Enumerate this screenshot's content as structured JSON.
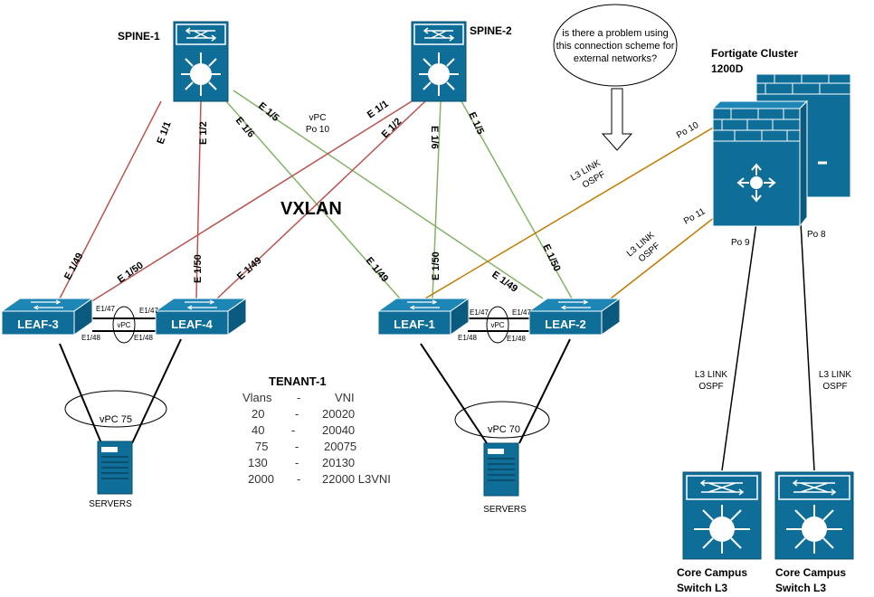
{
  "colors": {
    "device": "#0f6e98",
    "device_dark": "#0a4f6e",
    "red_link": "#b85450",
    "green_link": "#82b366",
    "orange_link": "#c07a00",
    "black_link": "#000000"
  },
  "devices": {
    "spine1": "SPINE-1",
    "spine2": "SPINE-2",
    "leaf3": "LEAF-3",
    "leaf4": "LEAF-4",
    "leaf1": "LEAF-1",
    "leaf2": "LEAF-2",
    "fortigate_line1": "Fortigate Cluster",
    "fortigate_line2": "1200D",
    "core1_line1": "Core Campus",
    "core1_line2": "Switch L3",
    "core2_line1": "Core Campus",
    "core2_line2": "Switch L3",
    "servers_left": "SERVERS",
    "servers_right": "SERVERS"
  },
  "callout": {
    "line1": "is there a problem using",
    "line2": "this connection scheme for",
    "line3": "external networks?"
  },
  "vxlan": "VXLAN",
  "links": {
    "s1_e11": "E 1/1",
    "s1_e12": "E 1/2",
    "s1_e16": "E 1/6",
    "s1_e15": "E 1/5",
    "s2_e11": "E 1/1",
    "s2_e12": "E 1/2",
    "s2_e16": "E 1/6",
    "s2_e15": "E 1/5",
    "vpc_po10_line1": "vPC",
    "vpc_po10_line2": "Po 10",
    "l3_e149": "E 1/49",
    "l3_e150": "E 1/50",
    "l4_e150": "E 1/50",
    "l4_e149": "E 1/49",
    "l1_e149": "E 1/49",
    "l1_e150": "E 1/50",
    "l2_e149": "E 1/49",
    "l2_e150": "E 1/50",
    "po10": "Po 10",
    "po11": "Po 11",
    "po9": "Po 9",
    "po8": "Po 8",
    "l3link_a1": "L3 LINK",
    "l3link_a2": "OSPF",
    "l3link_b1": "L3 LINK",
    "l3link_b2": "OSPF",
    "l3link_c1": "L3 LINK",
    "l3link_c2": "OSPF",
    "l3link_d1": "L3 LINK",
    "l3link_d2": "OSPF"
  },
  "peer_left": {
    "e147a": "E1/47",
    "e147b": "E1/47",
    "e148a": "E1/48",
    "e148b": "E1/48",
    "vpc": "vPC",
    "vpc75": "vPC 75"
  },
  "peer_right": {
    "e147a": "E1/47",
    "e147b": "E1/47",
    "e148a": "E1/48",
    "e148b": "E1/48",
    "vpc": "vPC",
    "vpc70": "vPC 70"
  },
  "tenant": {
    "title": "TENANT-1",
    "h_vlans": "Vlans",
    "h_dash": "-",
    "h_vni": "VNI",
    "rows": [
      {
        "vlan": "20",
        "dash": "-",
        "vni": "20020"
      },
      {
        "vlan": "40",
        "dash": "-",
        "vni": "20040"
      },
      {
        "vlan": "75",
        "dash": "-",
        "vni": "20075"
      },
      {
        "vlan": "130",
        "dash": "-",
        "vni": "20130"
      },
      {
        "vlan": "2000",
        "dash": "-",
        "vni": "22000 L3VNI"
      }
    ]
  }
}
